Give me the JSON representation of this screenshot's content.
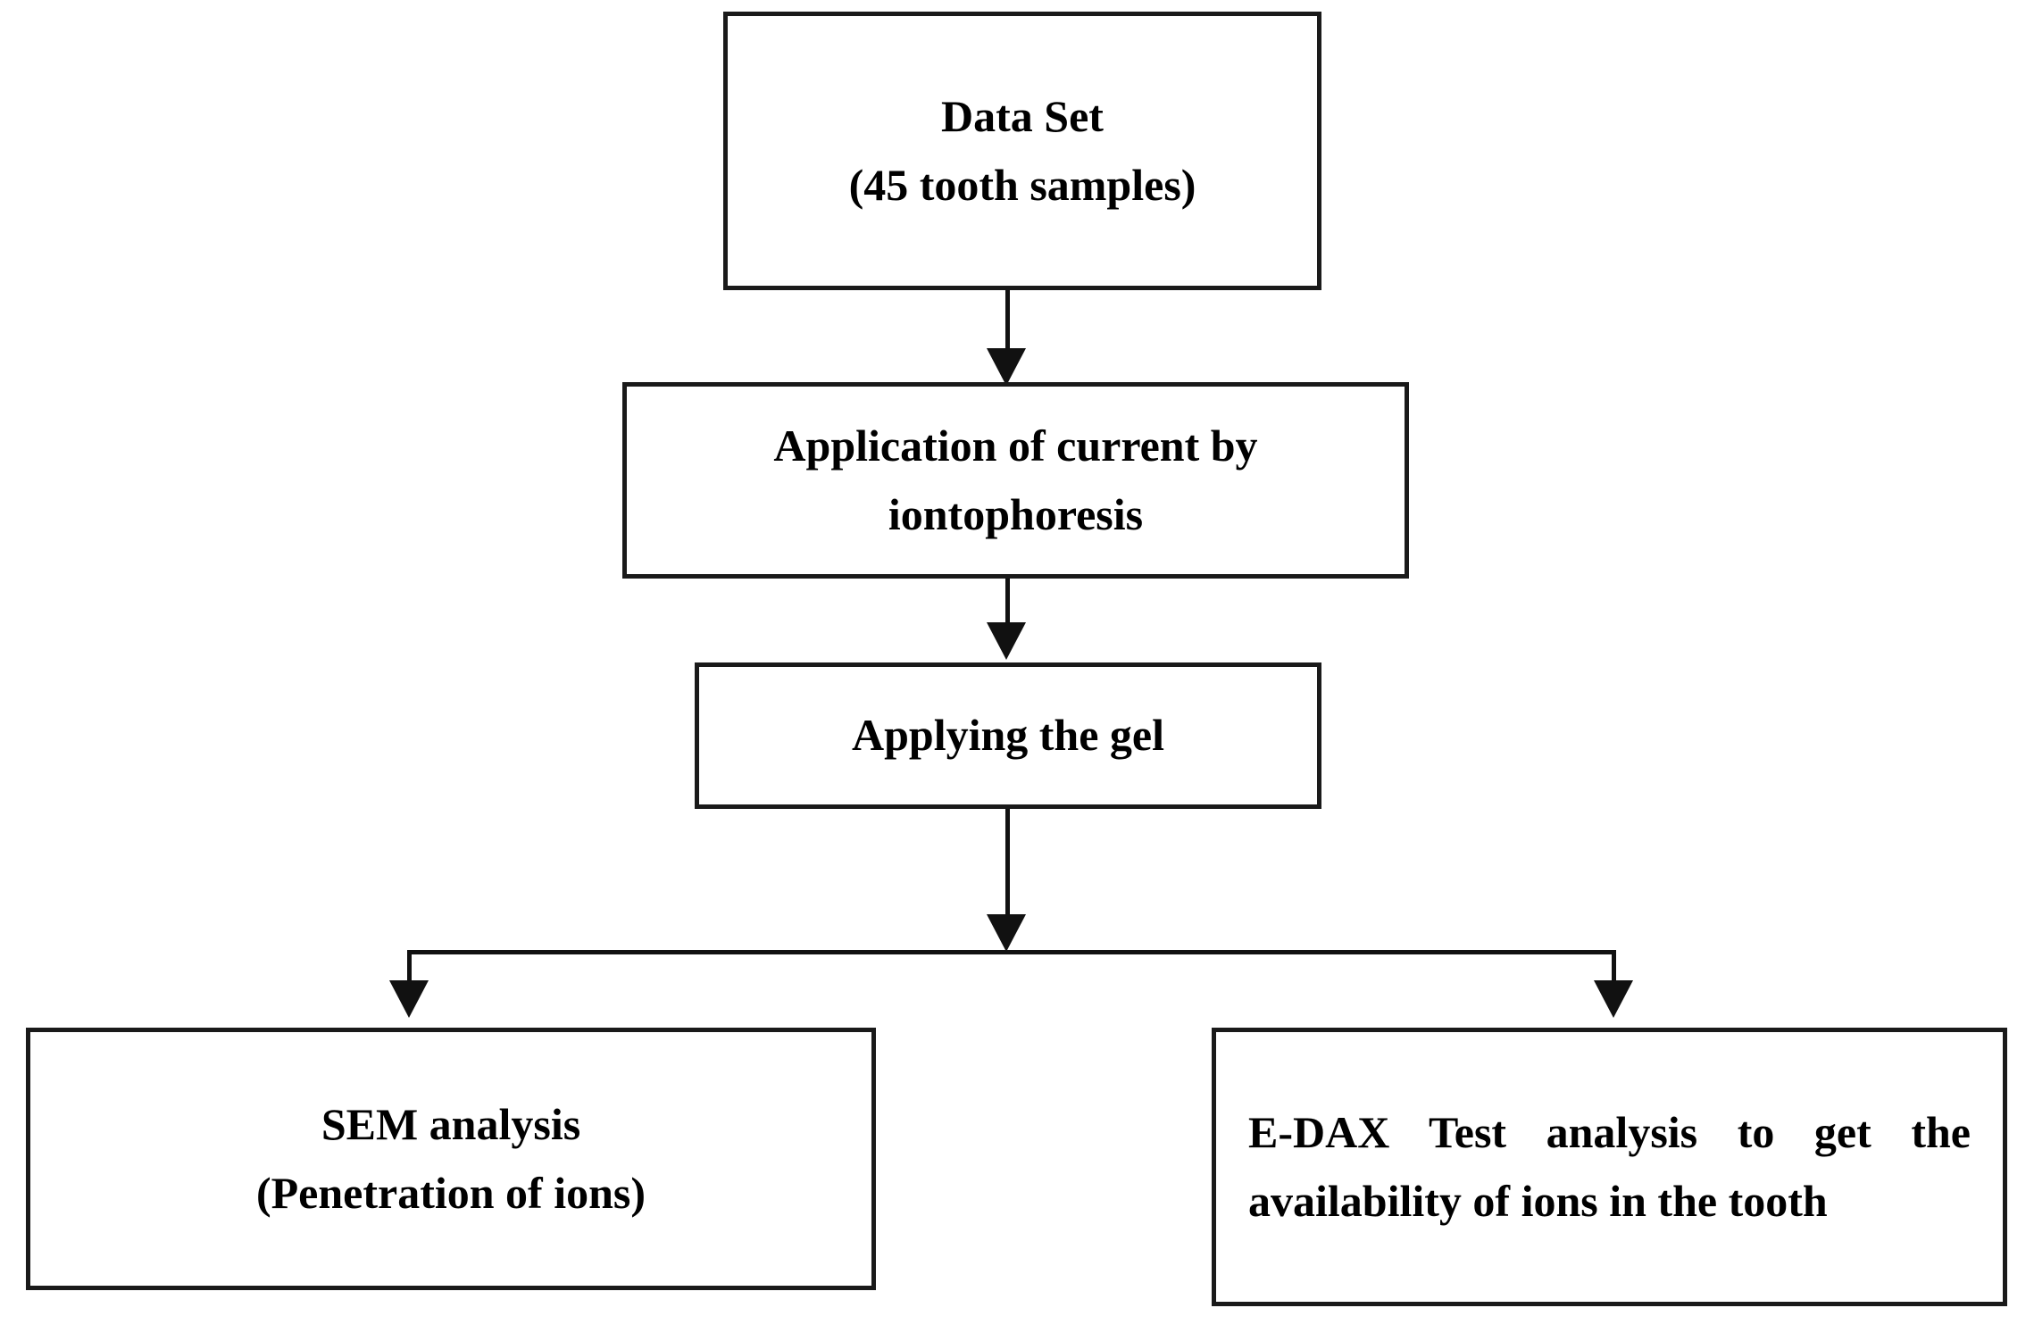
{
  "diagram": {
    "title": "Study workflow flowchart",
    "background_color": "#ffffff",
    "line_color": "#111111",
    "text_color": "#000000"
  },
  "nodes": {
    "dataset": {
      "line1": "Data Set",
      "line2": "(45 tooth samples)"
    },
    "current": {
      "line1": "Application of current by",
      "line2": "iontophoresis"
    },
    "gel": {
      "line1": "Applying the gel"
    },
    "sem": {
      "line1": "SEM analysis",
      "line2": "(Penetration of ions)"
    },
    "edax": {
      "text": "E-DAX Test analysis to get the availability of ions in the tooth"
    }
  },
  "connectors": {
    "dataset_to_current": "arrow-down",
    "current_to_gel": "arrow-down",
    "gel_to_split": "arrow-down",
    "split_to_sem": "arrow-down",
    "split_to_edax": "arrow-down"
  }
}
